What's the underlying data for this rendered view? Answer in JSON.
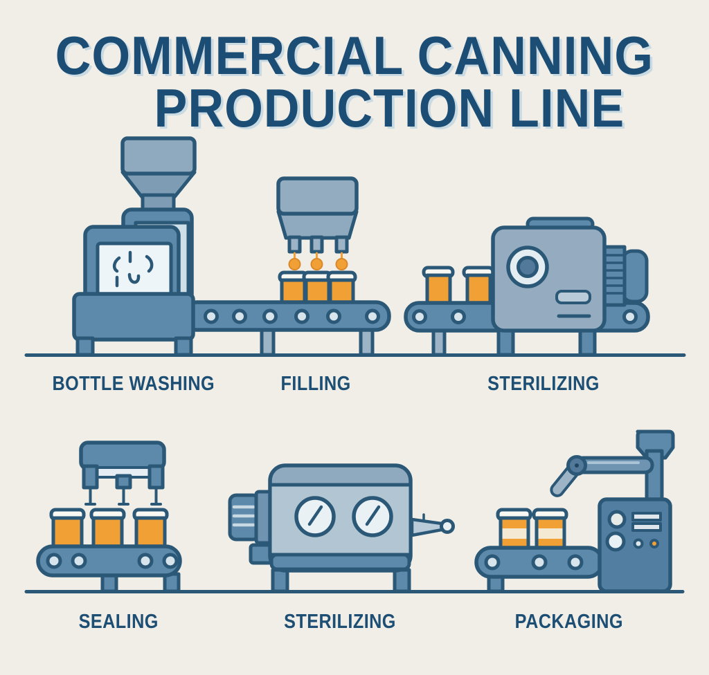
{
  "title": {
    "line1": "COMMERCIAL CANNING",
    "line2": "PRODUCTION LINE"
  },
  "stages": {
    "top": [
      {
        "label": "BOTTLE WASHING",
        "machine": "bottle-washer-with-hopper-window-and-conveyor"
      },
      {
        "label": "FILLING",
        "machine": "filling-hopper-with-three-nozzles-dripping-into-jars"
      },
      {
        "label": "STERILIZING",
        "machine": "sterilizer-chamber-with-porthole-and-motor"
      }
    ],
    "bottom": [
      {
        "label": "SEALING",
        "machine": "capping-press-over-three-jars-on-conveyor"
      },
      {
        "label": "STERILIZING",
        "machine": "sterilizer-with-two-gauges-and-steam-nozzle"
      },
      {
        "label": "PACKAGING",
        "machine": "robotic-arm-with-control-cabinet-and-labeled-jars"
      }
    ]
  },
  "palette": {
    "background": "#f1eee7",
    "outline_dark_blue": "#2b5877",
    "heading_text": "#1c4d74",
    "machine_blue": "#5d89aa",
    "machine_slate": "#8fa9bf",
    "panel_light_blue": "#e9f1f5",
    "leg_light_blue": "#9db4c6",
    "jar_orange": "#f0a034",
    "jar_label_cream": "#f4e9d2",
    "cabinet_blue": "#527ea1"
  }
}
